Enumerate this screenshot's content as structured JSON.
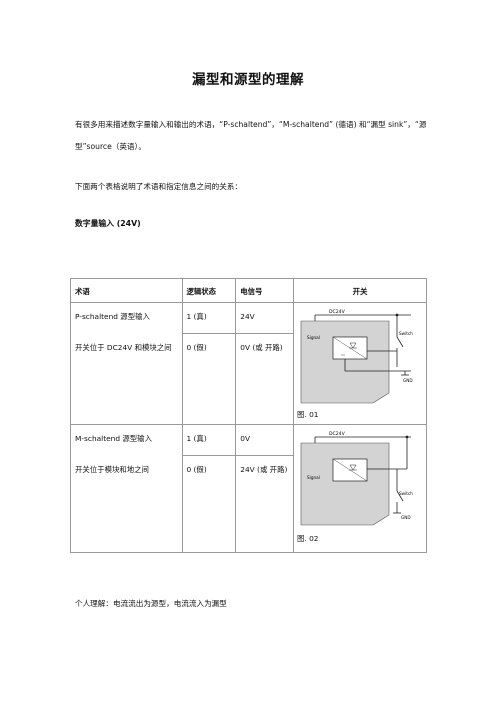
{
  "title": "漏型和源型的理解",
  "intro": "有很多用来描述数字量输入和输出的术语，“P-schaltend”，“M-schaltend” (德语) 和“漏型 sink”，“源型”source（英语）。",
  "intro2": "下面两个表格说明了术语和指定信息之间的关系：",
  "section_heading": "数字量输入 (24V)",
  "table": {
    "headers": [
      "术语",
      "逻辑状态",
      "电信号",
      "开关"
    ],
    "rows": [
      {
        "term_title": "P-schaltend 源型输入",
        "term_desc": "开关位于 DC24V 和模块之间",
        "states": [
          "1 (真)",
          "0 (假)"
        ],
        "signals": [
          "24V",
          "0V (或 开路)"
        ],
        "figure": {
          "supply_label": "DC24V",
          "signal_label": "Signal",
          "switch_label": "Switch",
          "gnd_label": "GND",
          "caption": "图. 01"
        }
      },
      {
        "term_title": "M-schaltend 源型输入",
        "term_desc": "开关位于模块和地之间",
        "states": [
          "1 (真)",
          "0 (假)"
        ],
        "signals": [
          "0V",
          "24V (或 开路)"
        ],
        "figure": {
          "supply_label": "DC24V",
          "signal_label": "Signal",
          "switch_label": "Switch",
          "gnd_label": "GND",
          "caption": "图. 02"
        }
      }
    ]
  },
  "footer": "个人理解：电流流出为源型，电流流入为漏型"
}
